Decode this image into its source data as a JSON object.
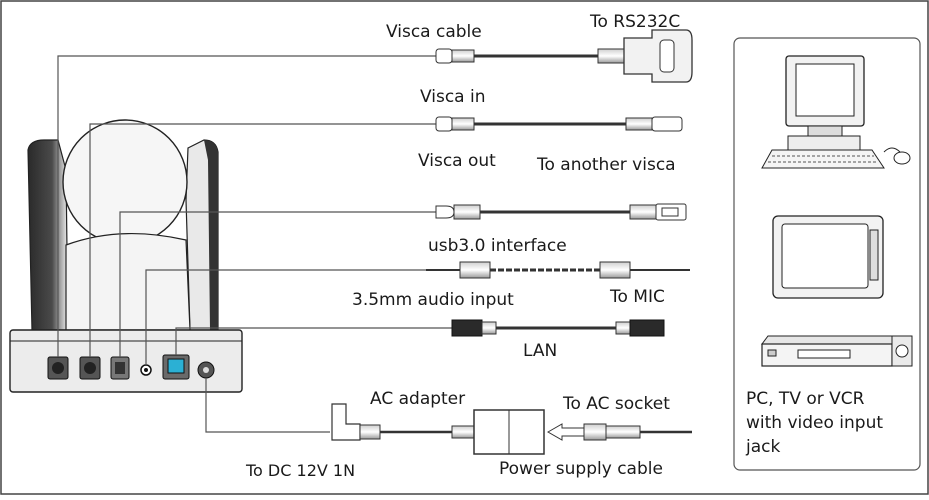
{
  "labels": {
    "visca_cable": "Visca cable",
    "to_rs232c": "To RS232C",
    "visca_in": "Visca in",
    "visca_out": "Visca out",
    "to_another_visca": "To another visca",
    "usb": "usb3.0 interface",
    "audio_input": "3.5mm audio input",
    "to_mic": "To MIC",
    "lan": "LAN",
    "ac_adapter": "AC adapter",
    "to_ac_socket": "To AC socket",
    "to_dc": "To DC 12V 1N",
    "power_cable": "Power supply cable"
  },
  "devices": {
    "line1": "PC, TV or VCR",
    "line2": "with video input",
    "line3": "jack"
  },
  "colors": {
    "line": "#555555",
    "dark": "#1f1f1f",
    "body": "#ececec",
    "frame": "#444444"
  }
}
